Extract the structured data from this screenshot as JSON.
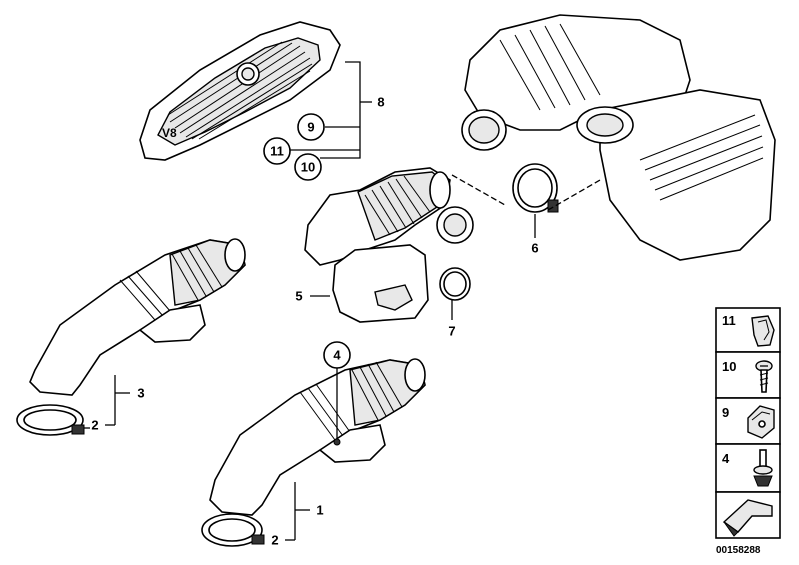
{
  "callouts": {
    "c1": "1",
    "c2a": "2",
    "c2b": "2",
    "c3": "3",
    "c4": "4",
    "c5": "5",
    "c6": "6",
    "c7": "7",
    "c8": "8",
    "c9": "9",
    "c10": "10",
    "c11": "11"
  },
  "engine_cover_badge": "V8",
  "side_panel": {
    "items": [
      {
        "number": "11",
        "part": "clip"
      },
      {
        "number": "10",
        "part": "screw"
      },
      {
        "number": "9",
        "part": "bracket-nut"
      },
      {
        "number": "4",
        "part": "bolt"
      }
    ]
  },
  "diagram_id": "00158288"
}
